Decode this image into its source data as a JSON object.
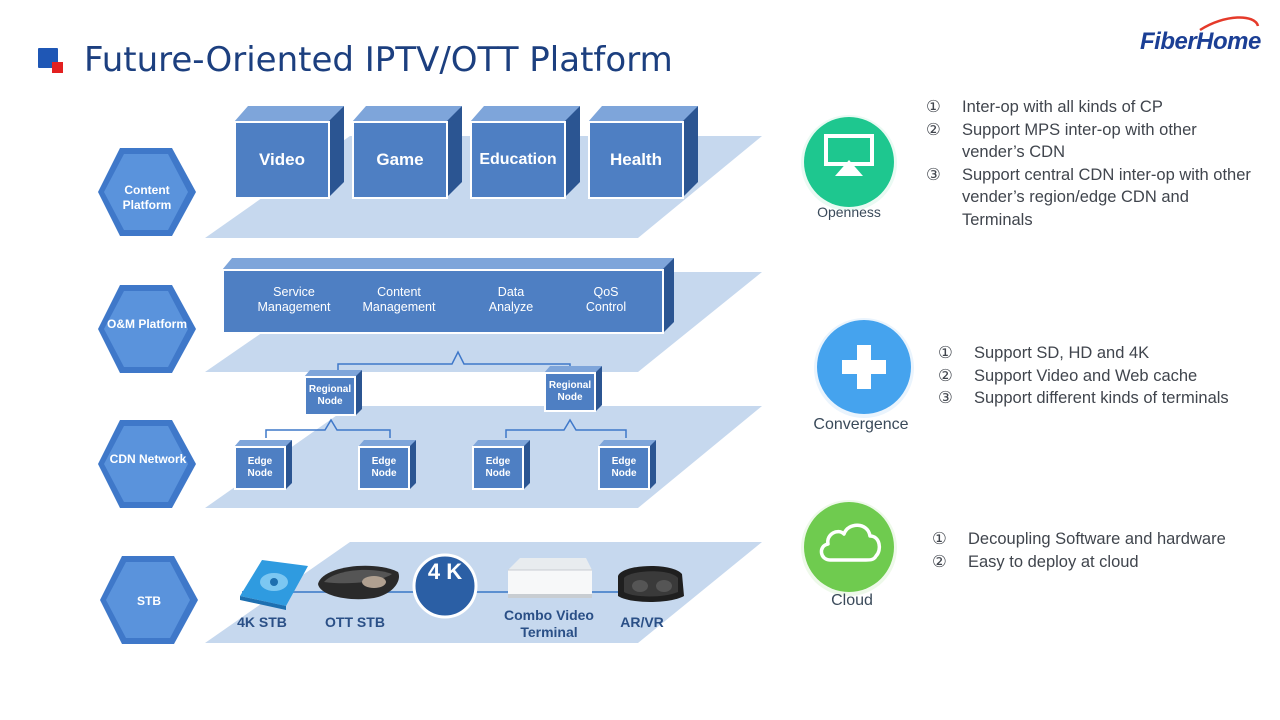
{
  "header": {
    "title": "Future-Oriented IPTV/OTT Platform",
    "logo_text": "FiberHome"
  },
  "layers": {
    "content_platform": {
      "label": "Content Platform",
      "items": [
        "Video",
        "Game",
        "Education",
        "Health"
      ]
    },
    "om_platform": {
      "label": "O&M Platform",
      "items": [
        "Service Management",
        "Content Management",
        "Data Analyze",
        "QoS Control"
      ]
    },
    "cdn_network": {
      "label": "CDN Network",
      "regional_nodes": [
        "Regional Node",
        "Regional Node"
      ],
      "edge_nodes": [
        "Edge Node",
        "Edge Node",
        "Edge Node",
        "Edge Node"
      ]
    },
    "stb": {
      "label": "STB",
      "devices": [
        "4K STB",
        "OTT STB",
        "Combo Video Terminal",
        "AR/VR"
      ],
      "badge": "4 K"
    }
  },
  "features": {
    "openness": {
      "caption": "Openness",
      "color": "#1ec78f",
      "icon": "airplay-icon",
      "items": [
        {
          "num": "①",
          "text": "Inter-op with all kinds of CP"
        },
        {
          "num": "②",
          "text": "Support MPS inter-op with other vender’s CDN"
        },
        {
          "num": "③",
          "text": "Support central CDN inter-op with other vender’s region/edge CDN and Terminals"
        }
      ]
    },
    "convergence": {
      "caption": "Convergence",
      "color": "#45a3ee",
      "icon": "plus-icon",
      "items": [
        {
          "num": "①",
          "text": "Support SD, HD and 4K"
        },
        {
          "num": "②",
          "text": "Support Video and Web cache"
        },
        {
          "num": "③",
          "text": "Support different kinds of terminals"
        }
      ]
    },
    "cloud": {
      "caption": "Cloud",
      "color": "#6fcb4f",
      "icon": "cloud-icon",
      "items": [
        {
          "num": "①",
          "text": "Decoupling Software and hardware"
        },
        {
          "num": "②",
          "text": "Easy to deploy at cloud"
        }
      ]
    }
  }
}
